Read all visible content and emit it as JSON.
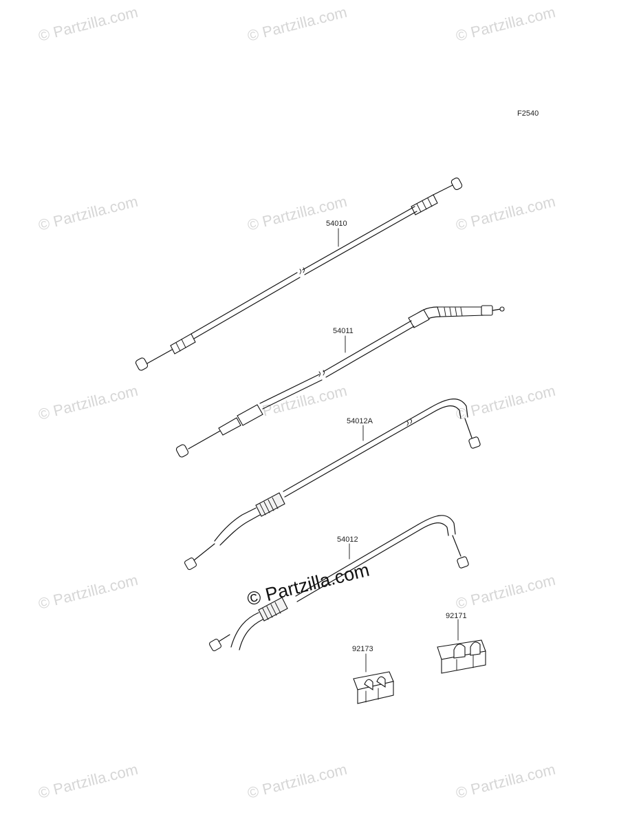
{
  "diagram": {
    "figure_code": "F2540",
    "watermark": "© Partzilla.com",
    "center_watermark": "© Partzilla.com",
    "callouts": [
      {
        "id": "54010",
        "label": "54010"
      },
      {
        "id": "54011",
        "label": "54011"
      },
      {
        "id": "54012A",
        "label": "54012A"
      },
      {
        "id": "54012",
        "label": "54012"
      },
      {
        "id": "92171",
        "label": "92171"
      },
      {
        "id": "92173",
        "label": "92173"
      }
    ]
  }
}
